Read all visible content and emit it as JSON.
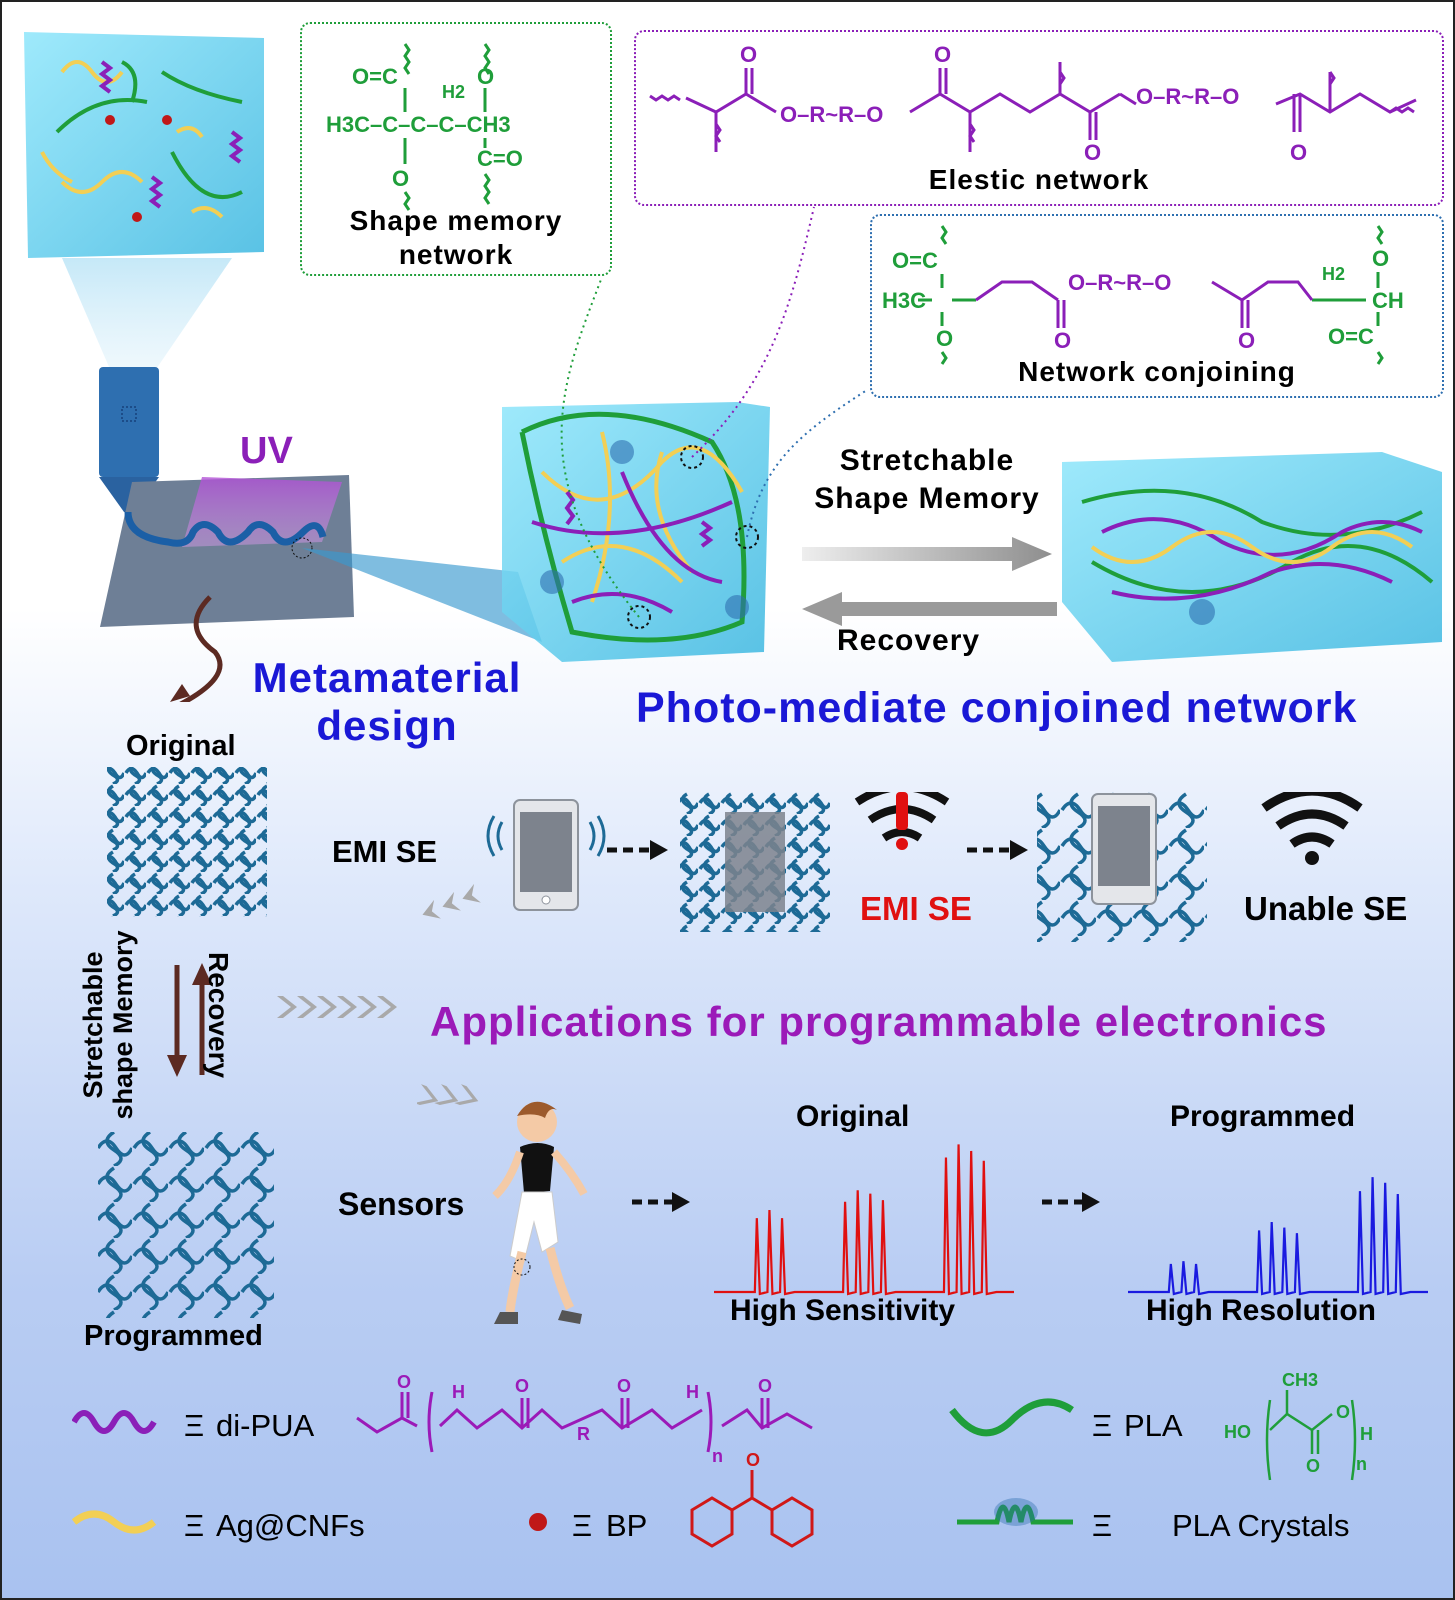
{
  "colors": {
    "pla_green": "#1f9e3a",
    "pua_purple": "#8b1fb8",
    "title_blue": "#1a18d6",
    "app_purple": "#9b1ab8",
    "emi_red": "#e01010",
    "line_blue": "#1a1ae0",
    "ag_yellow": "#f2cf55",
    "cube_cyan": "#5fd0ee"
  },
  "top": {
    "uv_label": "UV",
    "shape_memory_label": "Shape memory network",
    "elastic_label": "Elestic network",
    "conjoining_label": "Network conjoining",
    "forward_label": "Stretchable Shape Memory",
    "recovery_label": "Recovery",
    "metamaterial_label": "Metamaterial design",
    "photo_label": "Photo-mediate conjoined network"
  },
  "chem": {
    "o_eq_c": "O=C",
    "h2": "H2",
    "o": "O",
    "h3c_c": "H3C–C–C–C–CH3",
    "c_eq_o": "C=O",
    "elastic_chain": "O–R~R–O",
    "ch3": "CH3",
    "ch": "CH",
    "h3c": "H3C"
  },
  "left": {
    "original_label": "Original",
    "programmed_label": "Programmed",
    "vertical_left": "Stretchable shape Memory",
    "vertical_right": "Recovery"
  },
  "apps": {
    "emi_label": "EMI SE",
    "emi_se_label": "EMI SE",
    "unable_label": "Unable SE",
    "applications_title": "Applications for programmable electronics",
    "sensors_label": "Sensors",
    "original_title": "Original",
    "programmed_title": "Programmed",
    "high_sensitivity": "High Sensitivity",
    "high_resolution": "High Resolution"
  },
  "legend": {
    "equiv": "Ξ",
    "dipua": "di-PUA",
    "pla": "PLA",
    "ag": "Ag@CNFs",
    "bp": "BP",
    "crystals": "PLA Crystals",
    "pla_ch3": "CH3",
    "pla_ho": "HO",
    "pla_h": "H",
    "pla_n": "n",
    "pua_n": "n",
    "pua_h": "H",
    "pua_r": "R",
    "o": "O"
  },
  "chart_data": [
    {
      "type": "line",
      "title": "Original",
      "xlabel": "High Sensitivity",
      "series": [
        {
          "values": [
            0,
            0,
            0,
            0.45,
            0.5,
            0.45,
            0,
            0,
            0,
            0,
            0.55,
            0.62,
            0.6,
            0.56,
            0,
            0,
            0,
            0,
            0.82,
            0.9,
            0.86,
            0.8,
            0,
            0
          ]
        }
      ],
      "color": "#e01010"
    },
    {
      "type": "line",
      "title": "Programmed",
      "xlabel": "High Resolution",
      "series": [
        {
          "values": [
            0,
            0,
            0,
            0.2,
            0.22,
            0.2,
            0,
            0,
            0,
            0,
            0.44,
            0.5,
            0.46,
            0.42,
            0,
            0,
            0,
            0,
            0.72,
            0.82,
            0.78,
            0.7,
            0,
            0
          ]
        }
      ],
      "color": "#1a1ae0"
    }
  ]
}
